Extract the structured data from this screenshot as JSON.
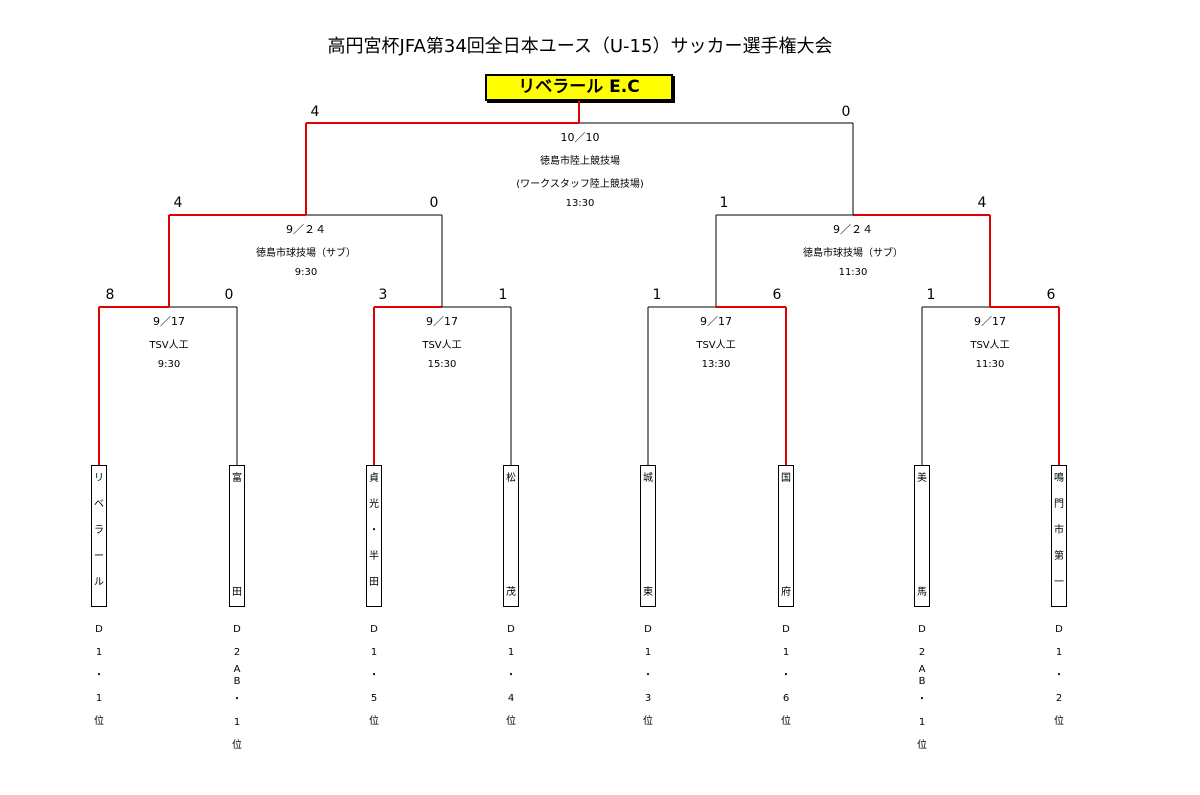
{
  "title": "高円宮杯JFA第34回全日本ユース（U-15）サッカー選手権大会",
  "champion": "リベラール E.C",
  "colors": {
    "winner_line": "#e00000",
    "loser_line": "#000000",
    "champion_bg": "#ffff00"
  },
  "teams": [
    {
      "name": "リベラール",
      "qualifier": "D1・1位"
    },
    {
      "name": "富田",
      "qualifier": "D2AB・1位"
    },
    {
      "name": "貞光・半田",
      "qualifier": "D1・5位"
    },
    {
      "name": "松茂",
      "qualifier": "D1・4位"
    },
    {
      "name": "城東",
      "qualifier": "D1・3位"
    },
    {
      "name": "国府",
      "qualifier": "D1・6位"
    },
    {
      "name": "美馬",
      "qualifier": "D2AB・1位"
    },
    {
      "name": "鳴門市第一",
      "qualifier": "D1・2位"
    }
  ],
  "round1": [
    {
      "date": "9／17",
      "venue": "TSV人工",
      "time": "9:30",
      "score_left": "8",
      "score_right": "0",
      "winner": "left"
    },
    {
      "date": "9／17",
      "venue": "TSV人工",
      "time": "15:30",
      "score_left": "3",
      "score_right": "1",
      "winner": "left"
    },
    {
      "date": "9／17",
      "venue": "TSV人工",
      "time": "13:30",
      "score_left": "1",
      "score_right": "6",
      "winner": "right"
    },
    {
      "date": "9／17",
      "venue": "TSV人工",
      "time": "11:30",
      "score_left": "1",
      "score_right": "6",
      "winner": "right"
    }
  ],
  "semifinals": [
    {
      "date": "9／２４",
      "venue": "徳島市球技場（サブ）",
      "time": "9:30",
      "score_left": "4",
      "score_right": "0",
      "winner": "left"
    },
    {
      "date": "9／２４",
      "venue": "徳島市球技場（サブ）",
      "time": "11:30",
      "score_left": "1",
      "score_right": "4",
      "winner": "right"
    }
  ],
  "final": {
    "date": "10／10",
    "venue": "徳島市陸上競技場",
    "venue_sub": "(ワークスタッフ陸上競技場)",
    "time": "13:30",
    "score_left": "4",
    "score_right": "0",
    "winner": "left"
  }
}
